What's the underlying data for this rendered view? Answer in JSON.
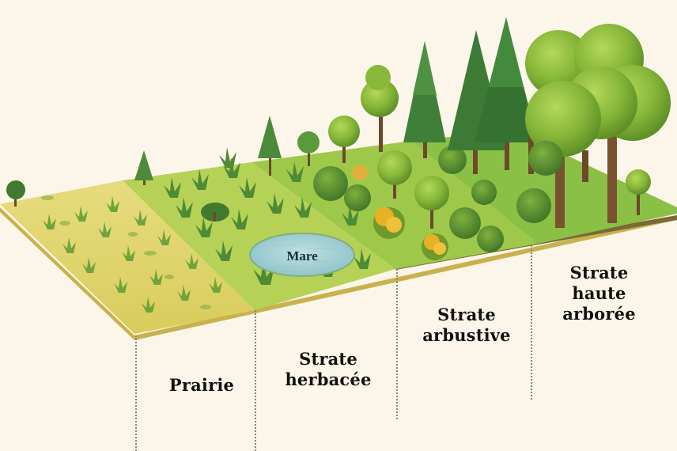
{
  "diagram": {
    "type": "vegetation-strata-illustration",
    "zones": [
      {
        "id": "prairie",
        "label": "Prairie"
      },
      {
        "id": "herbacee",
        "label_line1": "Strate",
        "label_line2": "herbacée"
      },
      {
        "id": "arbustive",
        "label_line1": "Strate",
        "label_line2": "arbustive"
      },
      {
        "id": "arboree",
        "label_line1": "Strate",
        "label_line2": "haute",
        "label_line3": "arborée"
      }
    ],
    "pond": {
      "label": "Mare"
    },
    "colors": {
      "background": "#fbf6e9",
      "prairie_ground": "#e2d774",
      "herbaceous_ground": "#b9d45a",
      "shrub_ground": "#9cc94a",
      "forest_ground": "#8fc246",
      "pond_water": "#a9d3d8",
      "conifer": "#3f7f3a",
      "deciduous": "#8ab83a",
      "gorse_flower": "#e8b024",
      "trunk": "#6b4a2a",
      "divider": "#8a8478"
    }
  }
}
